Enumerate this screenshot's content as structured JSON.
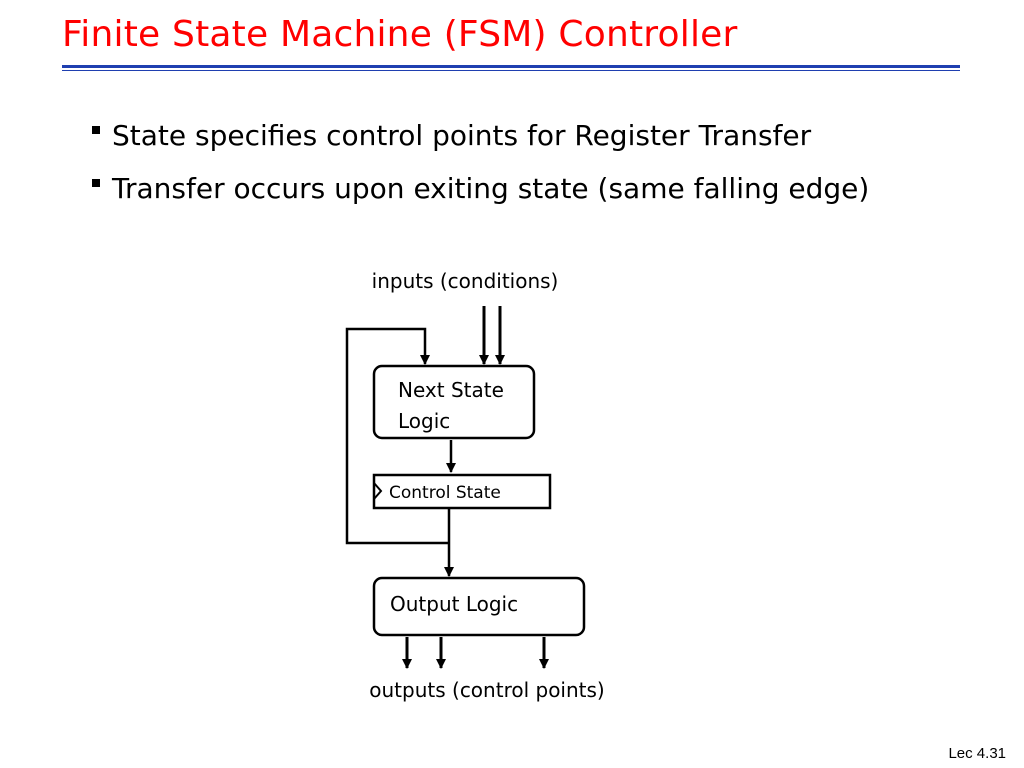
{
  "slide": {
    "title": "Finite State Machine (FSM) Controller",
    "footer": "Lec 4.31"
  },
  "bullets": [
    "State specifies control points for Register Transfer",
    "Transfer occurs upon exiting state (same falling edge)"
  ],
  "diagram": {
    "inputs_label": "inputs (conditions)",
    "next_state_line1": "Next State",
    "next_state_line2": "Logic",
    "control_state_label": "Control State",
    "output_logic_label": "Output Logic",
    "outputs_label": "outputs (control points)"
  },
  "colors": {
    "title": "#ff0000",
    "rule": "#1f3fb0",
    "ink": "#000000"
  }
}
